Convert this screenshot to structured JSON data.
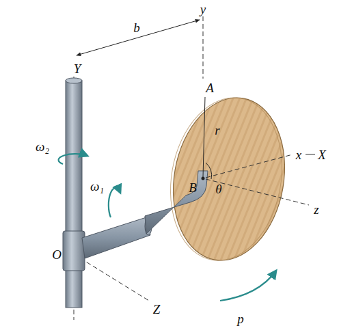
{
  "diagram": {
    "labels": [
      "y",
      "b",
      "Y",
      "A",
      "r",
      "x",
      "X",
      "ω₂",
      "ω₁",
      "B",
      "θ",
      "z",
      "O",
      "Z",
      "p"
    ]
  }
}
